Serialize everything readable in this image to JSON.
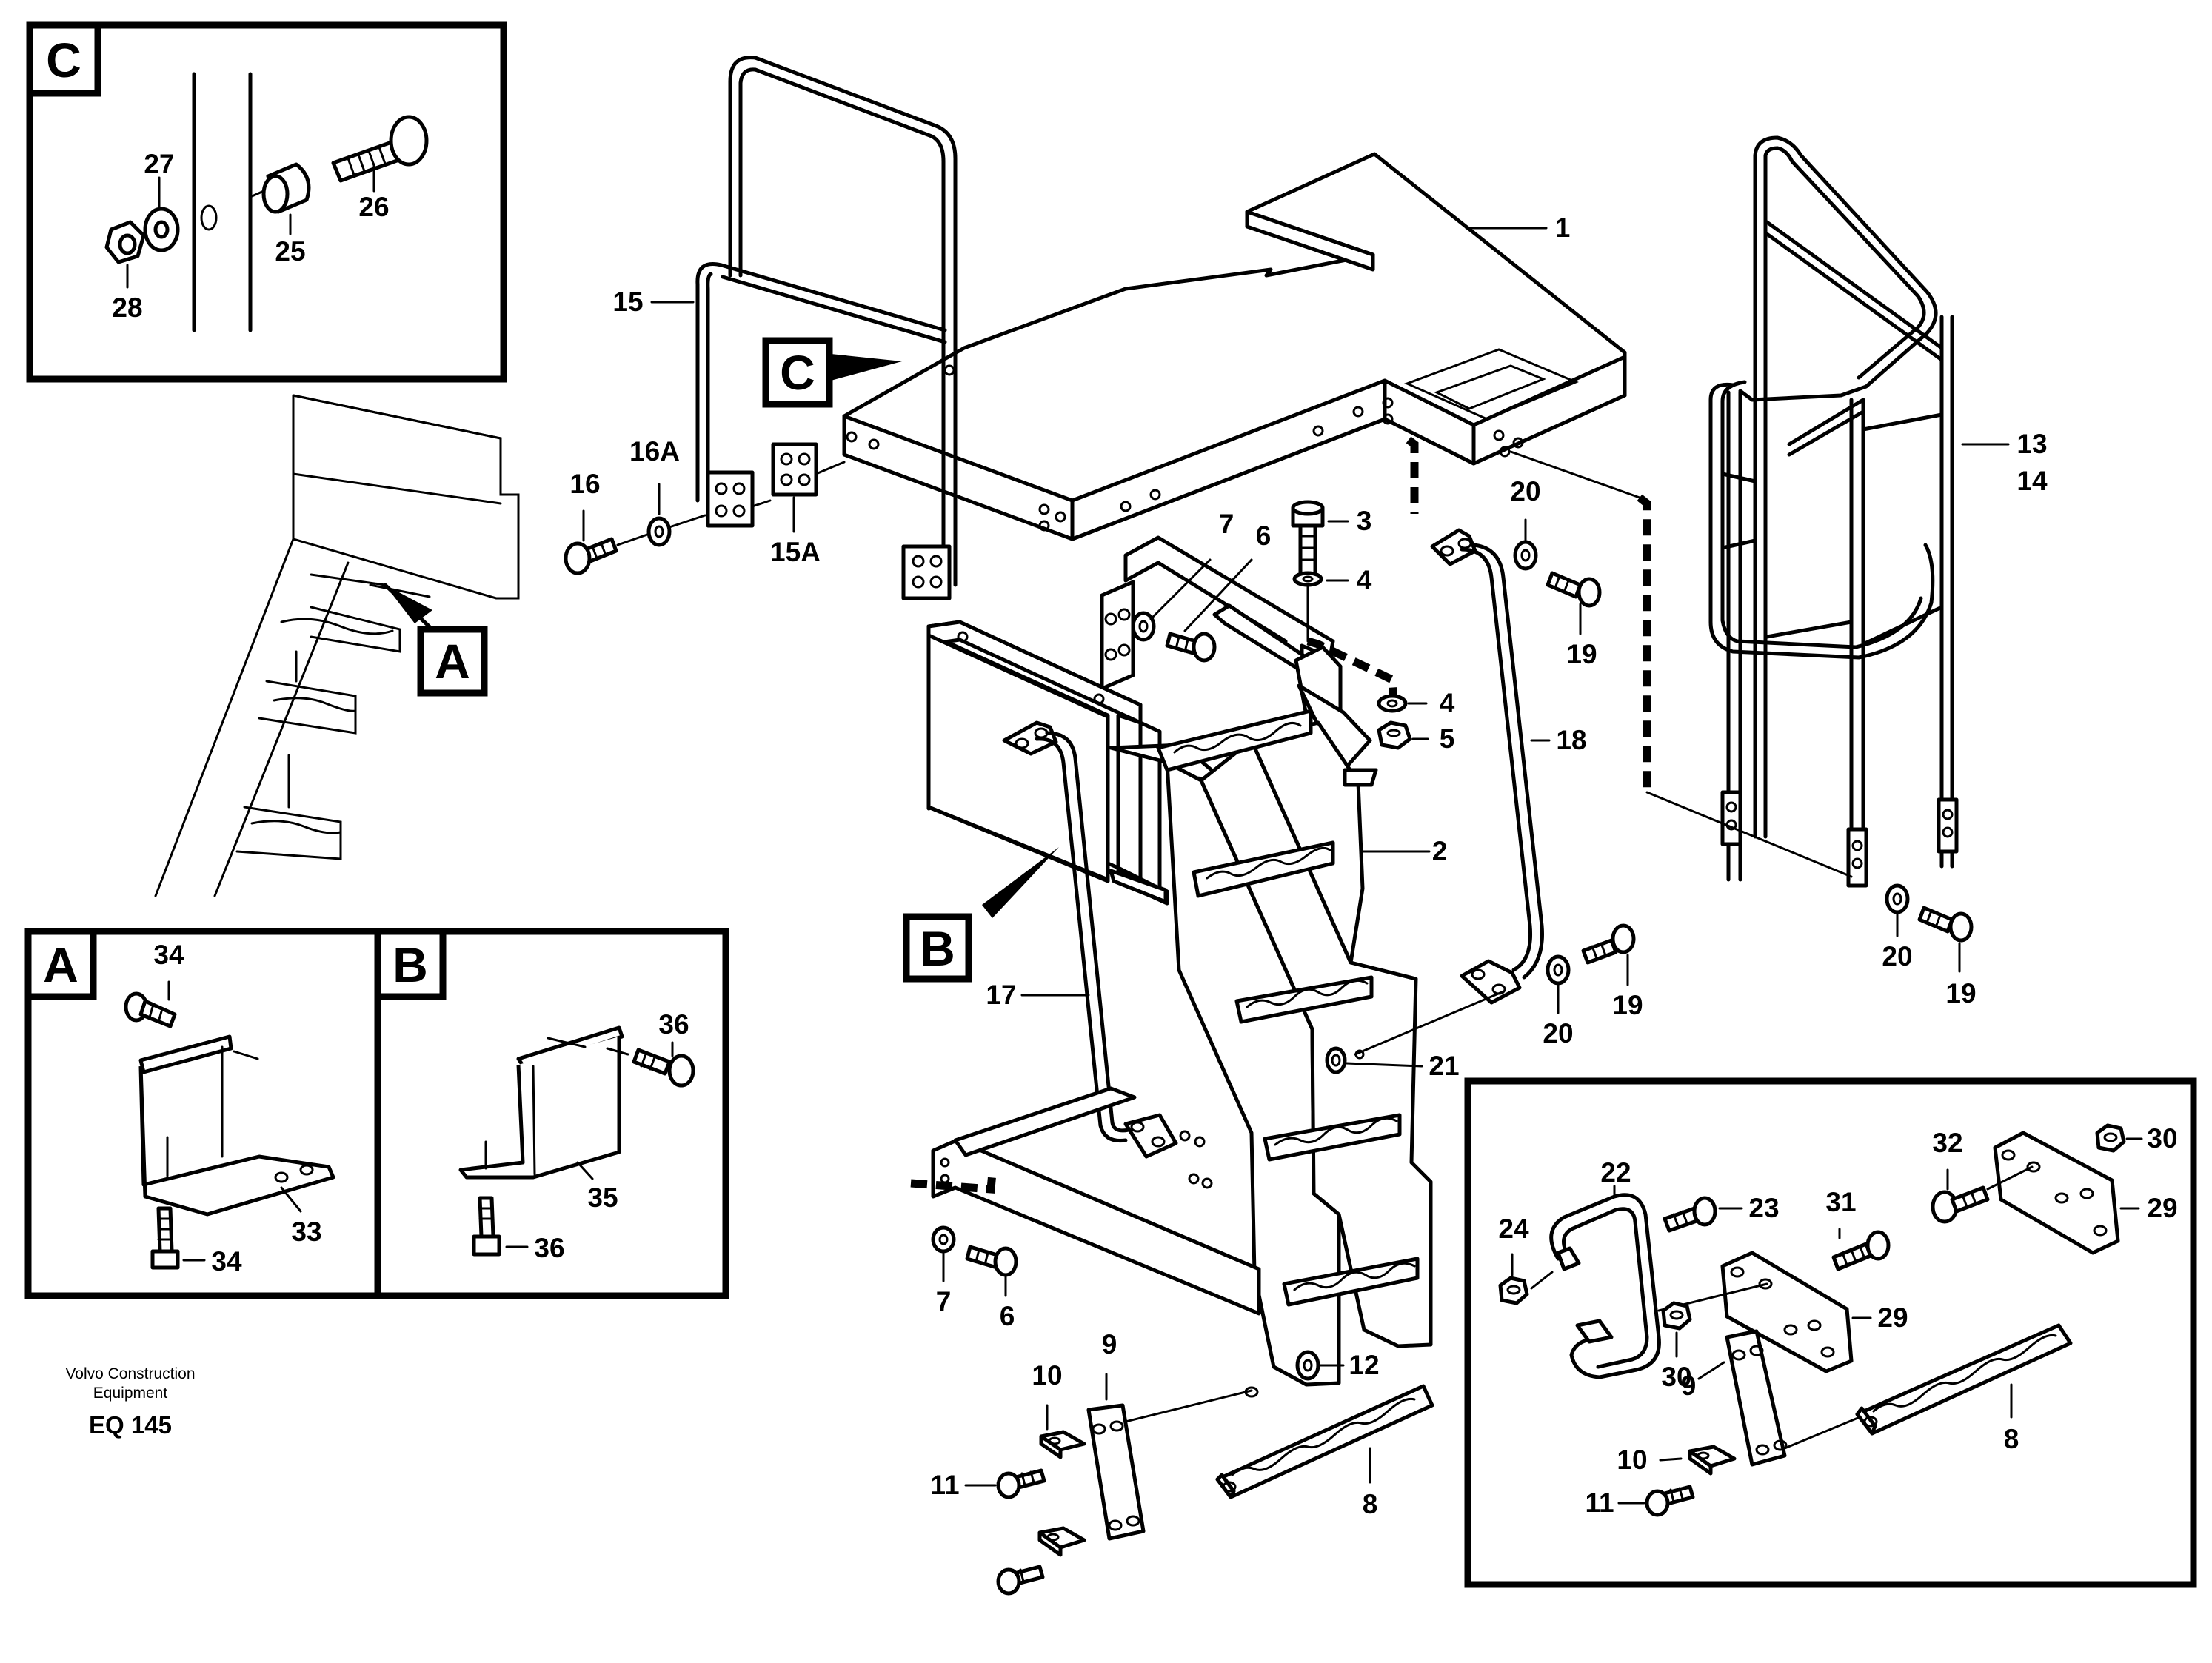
{
  "callouts": {
    "c1": "1",
    "c2": "2",
    "c3": "3",
    "c4a": "4",
    "c4b": "4",
    "c5": "5",
    "c6a": "6",
    "c6b": "6",
    "c7a": "7",
    "c7b": "7",
    "c8a": "8",
    "c8b": "8",
    "c9a": "9",
    "c9b": "9",
    "c10a": "10",
    "c10b": "10",
    "c11a": "11",
    "c11b": "11",
    "c12": "12",
    "c13": "13",
    "c14": "14",
    "c15": "15",
    "c15A": "15A",
    "c16": "16",
    "c16A": "16A",
    "c17": "17",
    "c18": "18",
    "c19a": "19",
    "c19b": "19",
    "c19c": "19",
    "c20a": "20",
    "c20b": "20",
    "c20c": "20",
    "c21": "21",
    "c22": "22",
    "c23": "23",
    "c24": "24",
    "c25": "25",
    "c26": "26",
    "c27": "27",
    "c28": "28",
    "c29a": "29",
    "c29b": "29",
    "c30a": "30",
    "c30b": "30",
    "c31": "31",
    "c32": "32",
    "c33": "33",
    "c34a": "34",
    "c34b": "34",
    "c35": "35",
    "c36a": "36",
    "c36b": "36"
  },
  "detail_labels": {
    "a_box": "A",
    "b_box": "B",
    "c_box": "C",
    "a_pointer": "A",
    "b_pointer": "B",
    "c_pointer": "C"
  },
  "footer": {
    "brand_line1": "Volvo Construction",
    "brand_line2": "Equipment",
    "code": "EQ 145"
  }
}
